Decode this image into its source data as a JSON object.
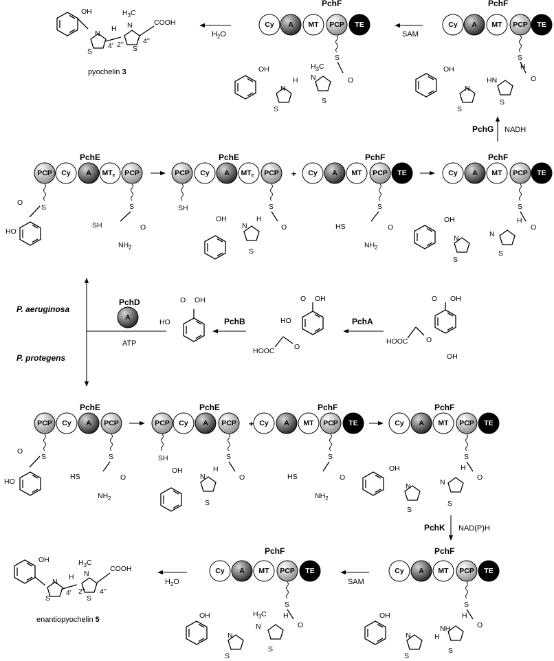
{
  "enzymes": {
    "pchE": "PchE",
    "pchF": "PchF",
    "pchD": "PchD",
    "pchA": "PchA",
    "pchB": "PchB",
    "pchG": "PchG",
    "pchK": "PchK"
  },
  "domains": {
    "cy": "Cy",
    "a": "A",
    "mt": "MT",
    "pcp": "PCP",
    "te": "TE",
    "mte": "MT",
    "mte_sub": "e"
  },
  "organisms": {
    "top": "P. aeruginosa",
    "bottom": "P. protegens"
  },
  "cofactors": {
    "atp": "ATP",
    "sam": "SAM",
    "nadh": "NADH",
    "nadph": "NAD(P)H",
    "water": "H",
    "water_sub": "2",
    "water_o": "O"
  },
  "products": {
    "pyochelin_name": "pyochelin",
    "pyochelin_num": "3",
    "enantio_name": "enantiopyochelin",
    "enantio_num": "5"
  },
  "chem": {
    "oh": "OH",
    "cooh": "COOH",
    "ho": "HO",
    "hooc": "HOOC",
    "sh": "SH",
    "hs": "HS",
    "nh2": "NH",
    "nh2_sub": "2",
    "s": "S",
    "n": "N",
    "h": "H",
    "o": "O",
    "hn": "HN",
    "nh": "NH",
    "h3c": "H",
    "h3c_sub": "3",
    "h3c_c": "C",
    "pos_4p": "4'",
    "pos_2pp": "2''",
    "pos_4pp": "4''",
    "plus": "+"
  },
  "colors": {
    "gray_domain": "#b8b8b8",
    "black_domain": "#000000",
    "white_domain": "#ffffff"
  }
}
